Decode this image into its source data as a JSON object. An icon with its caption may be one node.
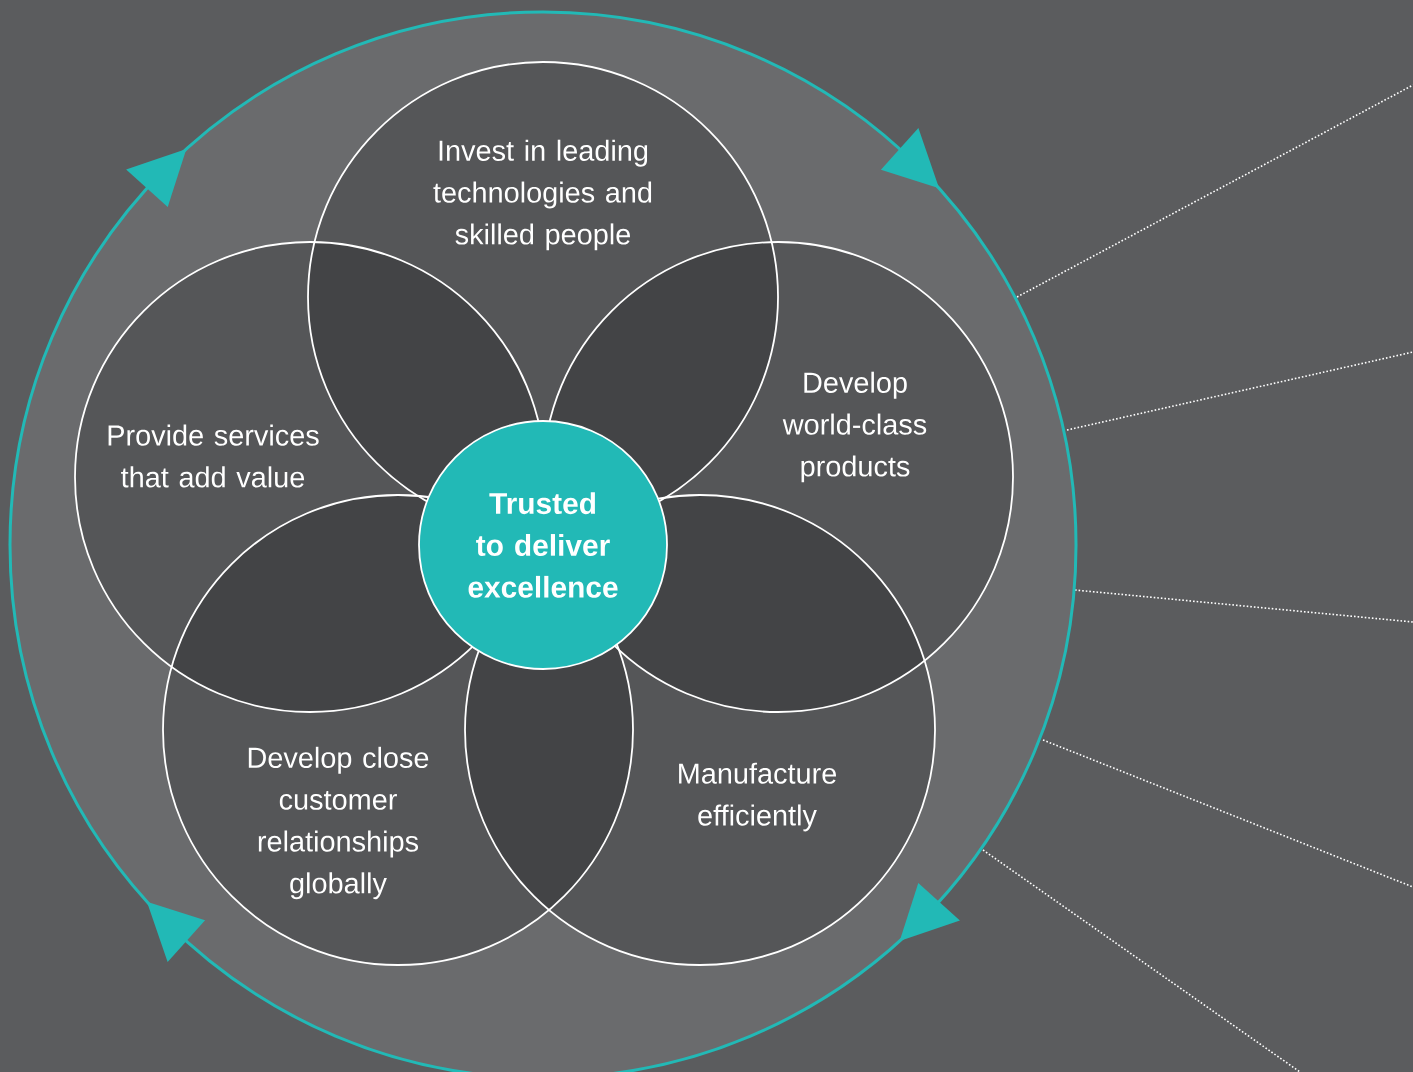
{
  "diagram": {
    "nodes": [
      {
        "text": [
          "Invest in leading technologies and skilled people"
        ]
      },
      {
        "text": [
          "Provide services that add value"
        ]
      },
      {
        "text": [
          "Develop world-class products"
        ]
      },
      {
        "text": [
          "Develop close customer relationships globally"
        ]
      },
      {
        "text": [
          "Manufacture efficiently"
        ]
      },
      {
        "text": [
          "Trusted to deliver excellence"
        ]
      }
    ]
  }
}
